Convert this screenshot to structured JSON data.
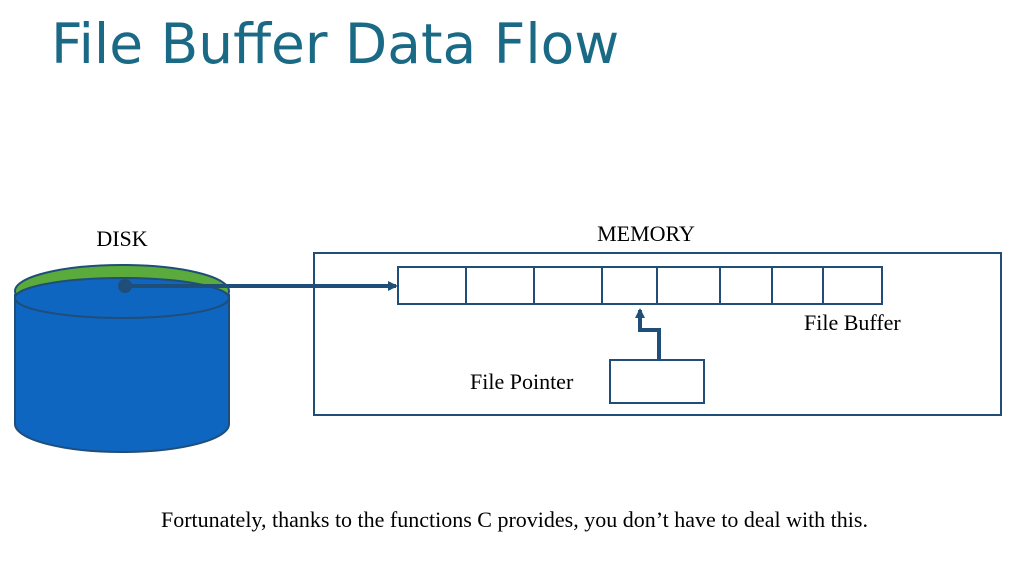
{
  "title": "File Buffer Data Flow",
  "diagram": {
    "disk_label": "DISK",
    "memory_label": "MEMORY",
    "file_buffer_label": "File Buffer",
    "file_pointer_label": "File Pointer",
    "buffer_cell_count": 8,
    "pointer_target_cell": 4
  },
  "caption": "Fortunately, thanks to the functions C provides, you don’t have to deal with this.",
  "colors": {
    "title": "#1a6a86",
    "disk_fill": "#0f66c0",
    "disk_data_ring": "#5aaa3c",
    "outline": "#1f4e79",
    "arrow": "#1f4e79",
    "text": "#000000"
  }
}
